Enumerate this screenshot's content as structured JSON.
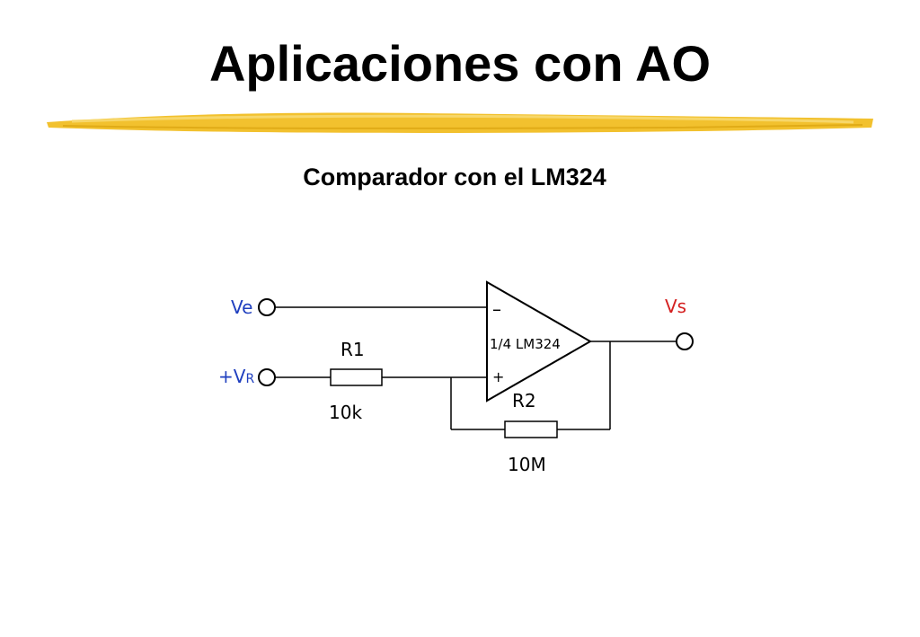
{
  "slide": {
    "title": "Aplicaciones con AO",
    "subtitle": "Comparador con el LM324",
    "accent_color": "#f2c12e"
  },
  "circuit": {
    "input_label": "Ve",
    "reference_label_main": "+V",
    "reference_label_sub": "R",
    "output_label": "Vs",
    "opamp_label": "1/4 LM324",
    "inverting_sign": "–",
    "noninverting_sign": "+",
    "r1_name": "R1",
    "r1_value": "10k",
    "r2_name": "R2",
    "r2_value": "10M",
    "label_color_terminals": "#1f3fbf",
    "label_color_output": "#d42020"
  }
}
